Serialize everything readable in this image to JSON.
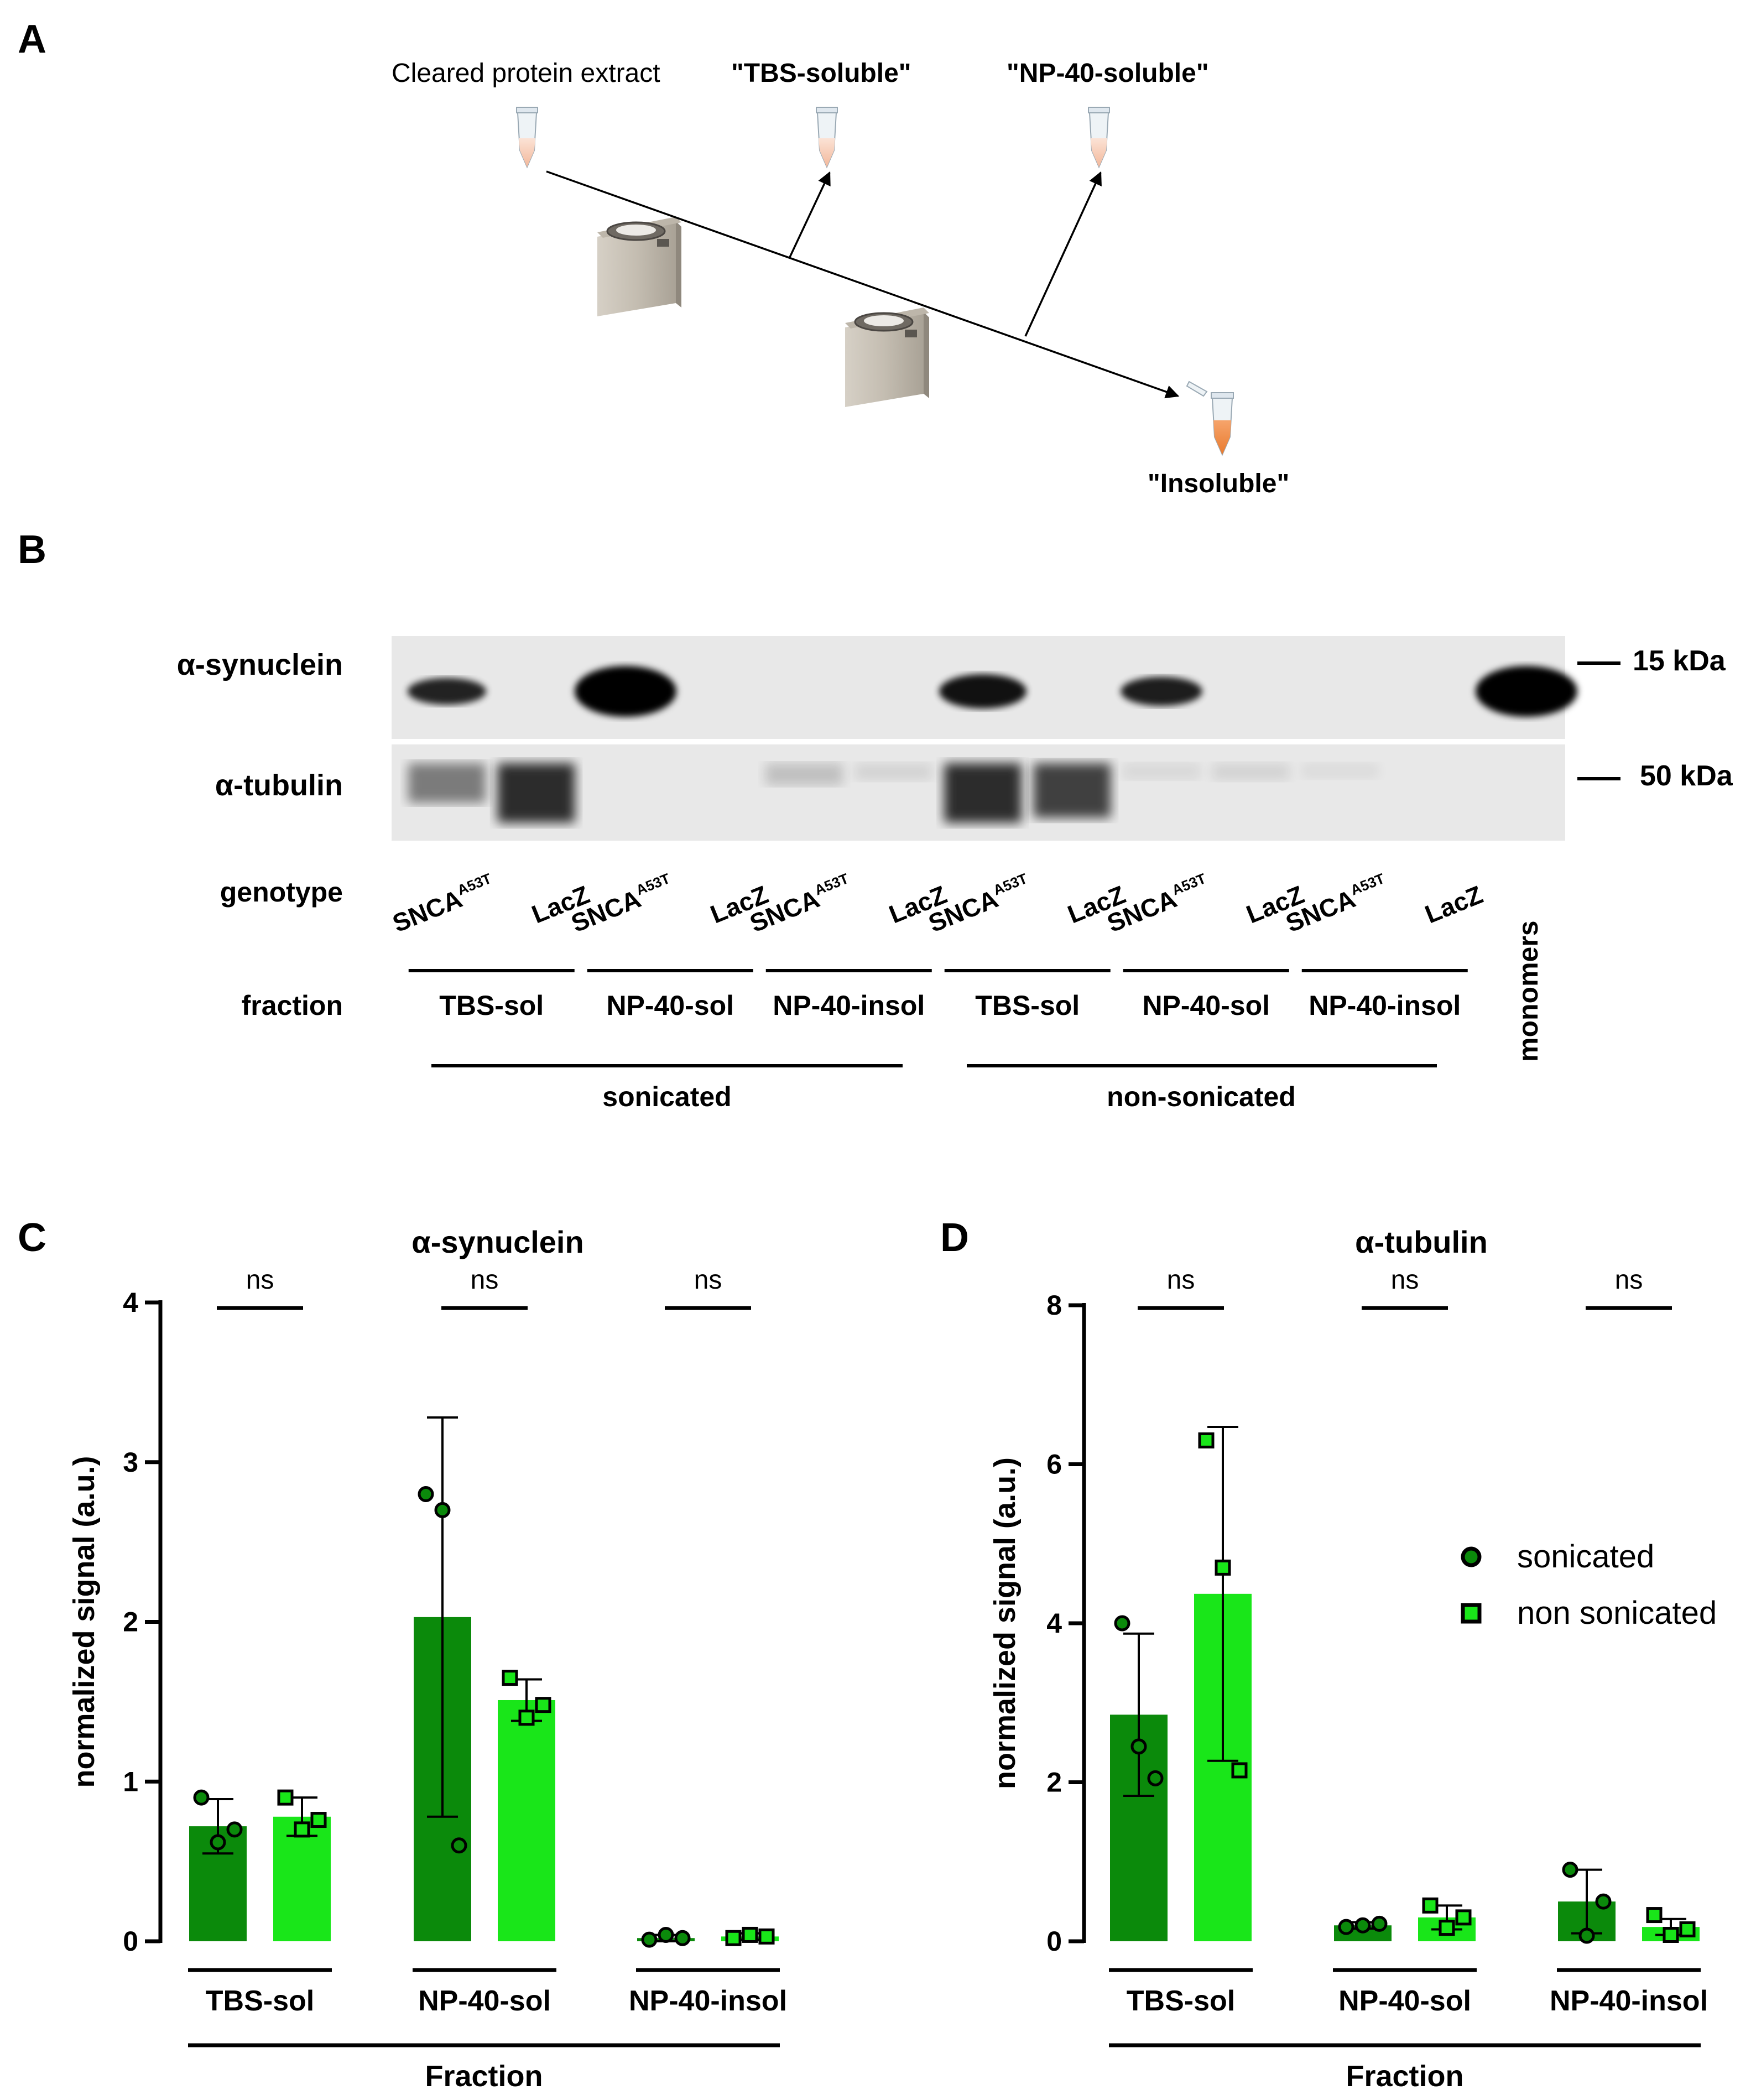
{
  "panel_a": {
    "letter": "A",
    "labels": {
      "extract": "Cleared protein extract",
      "tbs_soluble": "\"TBS-soluble\"",
      "np40_soluble": "\"NP-40-soluble\"",
      "insoluble": "\"Insoluble\""
    }
  },
  "panel_b": {
    "letter": "B",
    "row_labels": {
      "synuclein": "α-synuclein",
      "tubulin": "α-tubulin"
    },
    "markers": {
      "kda15": "15 kDa",
      "kda50": "50 kDa"
    },
    "genotype_label": "genotype",
    "fraction_label": "fraction",
    "genotypes": [
      "SNCA",
      "LacZ",
      "SNCA",
      "LacZ",
      "SNCA",
      "LacZ",
      "SNCA",
      "LacZ",
      "SNCA",
      "LacZ",
      "SNCA",
      "LacZ"
    ],
    "genotype_superscript": "A53T",
    "fractions": [
      "TBS-sol",
      "NP-40-sol",
      "NP-40-insol",
      "TBS-sol",
      "NP-40-sol",
      "NP-40-insol"
    ],
    "groups": {
      "sonicated": "sonicated",
      "non_sonicated": "non-sonicated"
    },
    "monomers_label": "monomers",
    "synuclein_bands": [
      0.6,
      0,
      1.0,
      0,
      0,
      0,
      0.75,
      0,
      0.65,
      0,
      0,
      0,
      1.0
    ],
    "tubulin_bands": [
      0.55,
      0.95,
      0,
      0,
      0.2,
      0.1,
      0.95,
      0.85,
      0.08,
      0.1,
      0.06,
      0,
      0
    ]
  },
  "chart_data": [
    {
      "type": "bar",
      "panel": "C",
      "title": "α-synuclein",
      "xlabel": "Fraction",
      "ylabel": "normalized signal (a.u.)",
      "ylim": [
        0,
        4
      ],
      "yticks": [
        0,
        1,
        2,
        3,
        4
      ],
      "categories": [
        "TBS-sol",
        "NP-40-sol",
        "NP-40-insol"
      ],
      "significance": [
        "ns",
        "ns",
        "ns"
      ],
      "series": [
        {
          "name": "sonicated",
          "color": "#0b8a0b",
          "marker": "circle",
          "means": [
            0.72,
            2.03,
            0.02
          ],
          "sd": [
            0.17,
            1.25,
            0.02
          ],
          "points": [
            [
              0.9,
              0.62,
              0.7
            ],
            [
              2.8,
              2.7,
              0.6
            ],
            [
              0.01,
              0.04,
              0.02
            ]
          ]
        },
        {
          "name": "non sonicated",
          "color": "#19e619",
          "marker": "square",
          "means": [
            0.78,
            1.51,
            0.03
          ],
          "sd": [
            0.12,
            0.13,
            0.02
          ],
          "points": [
            [
              0.9,
              0.7,
              0.76
            ],
            [
              1.65,
              1.4,
              1.48
            ],
            [
              0.02,
              0.04,
              0.03
            ]
          ]
        }
      ]
    },
    {
      "type": "bar",
      "panel": "D",
      "title": "α-tubulin",
      "xlabel": "Fraction",
      "ylabel": "normalized signal (a.u.)",
      "ylim": [
        0,
        8
      ],
      "yticks": [
        0,
        2,
        4,
        6,
        8
      ],
      "categories": [
        "TBS-sol",
        "NP-40-sol",
        "NP-40-insol"
      ],
      "significance": [
        "ns",
        "ns",
        "ns"
      ],
      "legend": {
        "placement": "right",
        "entries": [
          "sonicated",
          "non sonicated"
        ]
      },
      "series": [
        {
          "name": "sonicated",
          "color": "#0b8a0b",
          "marker": "circle",
          "means": [
            2.85,
            0.2,
            0.5
          ],
          "sd": [
            1.02,
            0.04,
            0.4
          ],
          "points": [
            [
              4.0,
              2.45,
              2.05
            ],
            [
              0.18,
              0.2,
              0.22
            ],
            [
              0.9,
              0.07,
              0.5
            ]
          ]
        },
        {
          "name": "non sonicated",
          "color": "#19e619",
          "marker": "square",
          "means": [
            4.37,
            0.3,
            0.18
          ],
          "sd": [
            2.1,
            0.15,
            0.1
          ],
          "points": [
            [
              6.3,
              4.7,
              2.15
            ],
            [
              0.45,
              0.17,
              0.3
            ],
            [
              0.33,
              0.08,
              0.15
            ]
          ]
        }
      ]
    }
  ]
}
